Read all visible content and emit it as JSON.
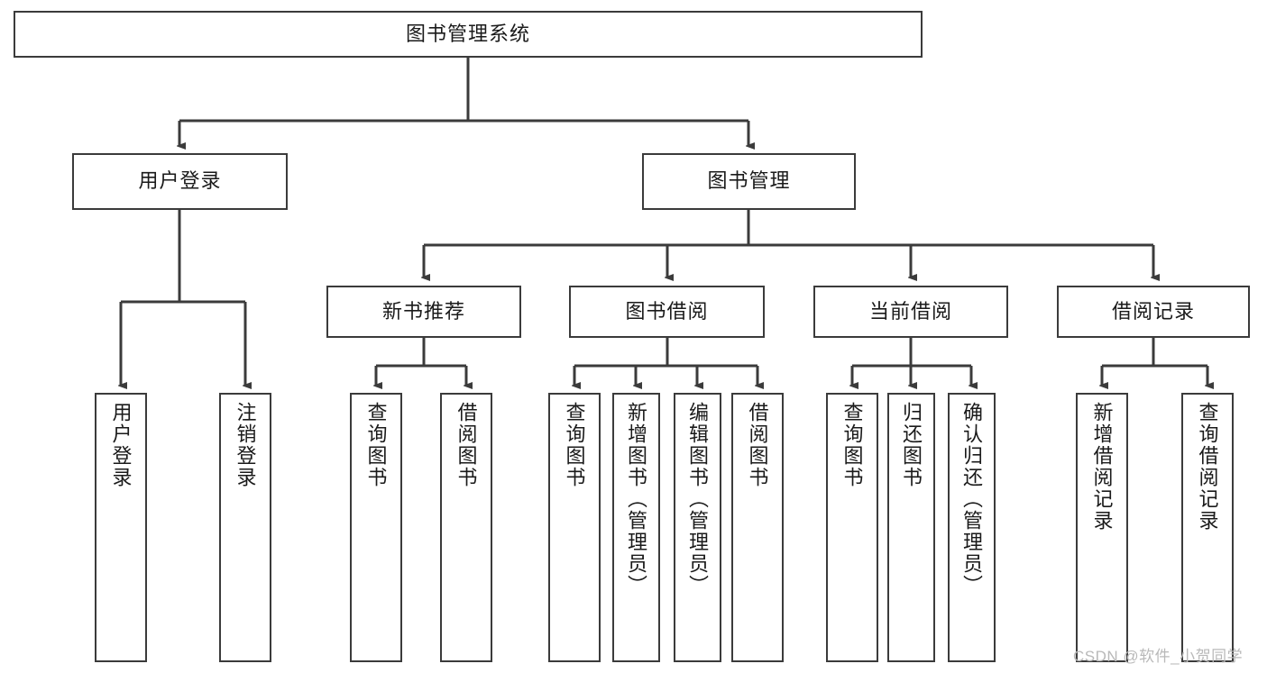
{
  "diagram": {
    "title": "图书管理系统",
    "type": "hierarchy-tree",
    "style": {
      "box_border_color": "#3b3b3b",
      "box_fill_color": "#ffffff",
      "edge_color": "#3b3b3b",
      "text_color": "#1a1a1a",
      "watermark_color": "#b9b9b9"
    },
    "root": {
      "label": "图书管理系统"
    },
    "level2": [
      {
        "label": "用户登录"
      },
      {
        "label": "图书管理"
      }
    ],
    "level3": [
      {
        "label": "新书推荐"
      },
      {
        "label": "图书借阅"
      },
      {
        "label": "当前借阅"
      },
      {
        "label": "借阅记录"
      }
    ],
    "leaves": {
      "user_login": [
        {
          "label": "用户登录"
        },
        {
          "label": "注销登录"
        }
      ],
      "new_book": [
        {
          "label": "查询图书"
        },
        {
          "label": "借阅图书"
        }
      ],
      "book_borrow": [
        {
          "label": "查询图书"
        },
        {
          "label": "新增图书（管理员）"
        },
        {
          "label": "编辑图书（管理员）"
        },
        {
          "label": "借阅图书"
        }
      ],
      "current_borrow": [
        {
          "label": "查询图书"
        },
        {
          "label": "归还图书"
        },
        {
          "label": "确认归还（管理员）"
        }
      ],
      "borrow_record": [
        {
          "label": "新增借阅记录"
        },
        {
          "label": "查询借阅记录"
        }
      ]
    }
  },
  "watermark": {
    "text": "CSDN @软件_小贺同学"
  }
}
